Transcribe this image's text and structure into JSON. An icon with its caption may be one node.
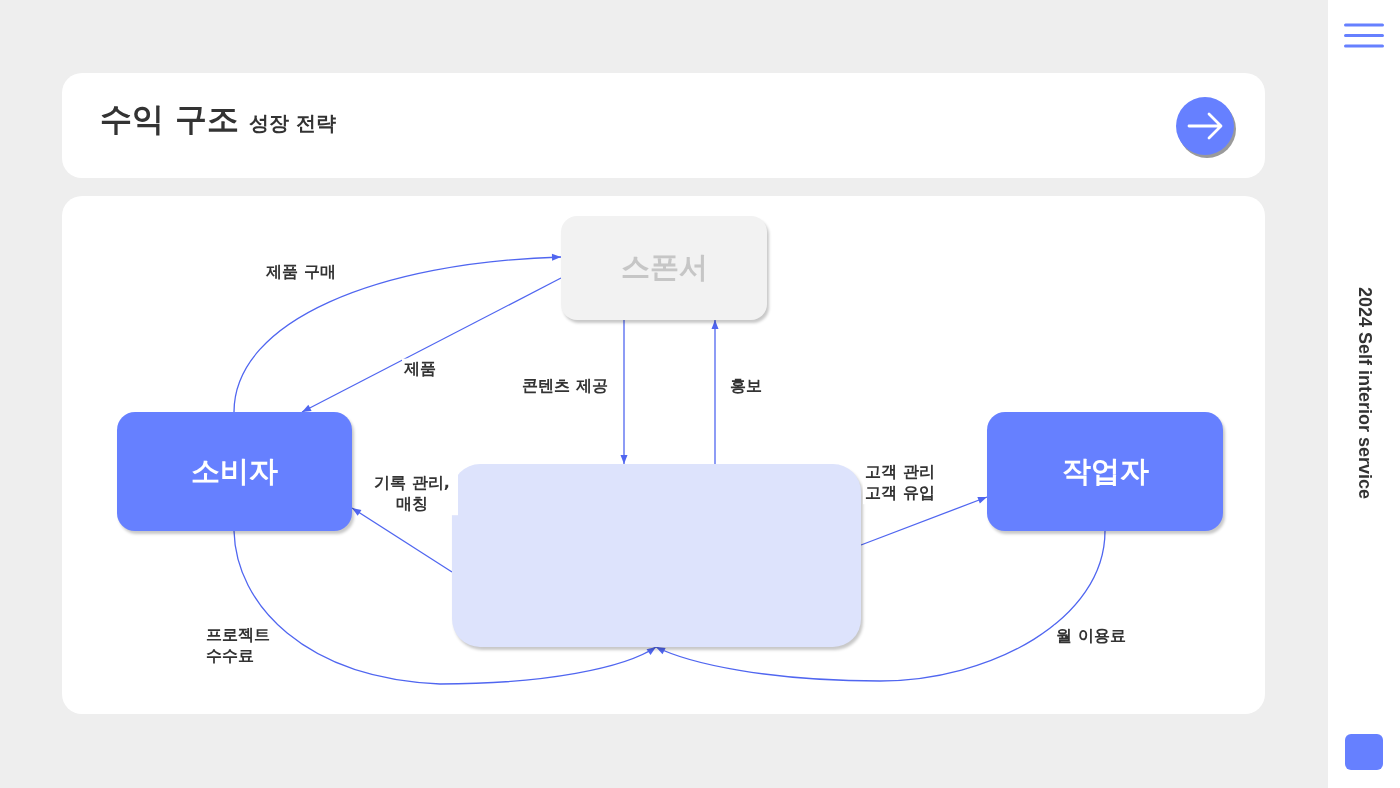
{
  "diagram": {
    "title": "수익 구조",
    "nodes": [
      {
        "text": [
          "스폰서"
        ]
      },
      {
        "text": [
          "소비자"
        ]
      },
      {
        "text": [],
        "shape": "box"
      },
      {
        "text": [
          "작업자"
        ]
      }
    ],
    "edges": [
      {
        "from": 1,
        "to": 0,
        "arrow": "to",
        "label": "제품 구매"
      },
      {
        "from": 0,
        "to": 1,
        "arrow": "to",
        "label": "제품"
      },
      {
        "from": 0,
        "to": 2,
        "arrow": "to",
        "label": "콘텐츠 제공"
      },
      {
        "from": 2,
        "to": 0,
        "arrow": "to",
        "label": "홍보"
      },
      {
        "from": 2,
        "to": 1,
        "arrow": "to",
        "label": "기록 관리, 매칭"
      },
      {
        "from": 2,
        "to": 3,
        "arrow": "to",
        "label": "고객 관리 고객 유입"
      },
      {
        "from": 1,
        "to": 2,
        "arrow": "to",
        "label": "프로젝트 수수료"
      },
      {
        "from": 3,
        "to": 2,
        "arrow": "to",
        "label": "월 이용료"
      }
    ],
    "labels": [
      "성장 전략",
      "2024 Self interior service"
    ]
  }
}
